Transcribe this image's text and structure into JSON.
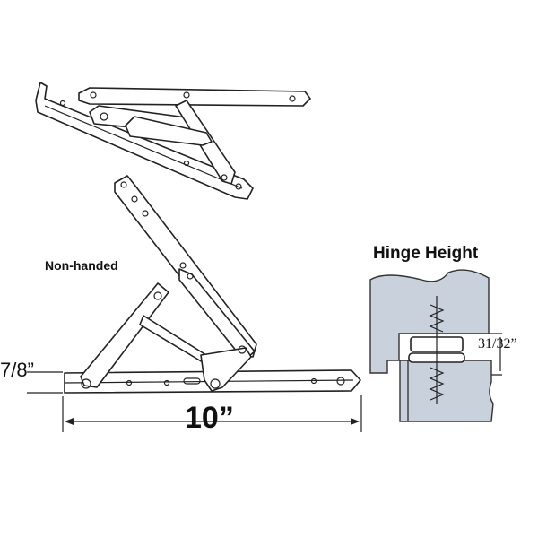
{
  "labels": {
    "non_handed": "Non-handed",
    "hinge_height": "Hinge Height",
    "width_dimension": "7/8”",
    "length_dimension": "10”",
    "height_dimension": "31/32”"
  },
  "colors": {
    "line": "#222222",
    "wood_fill": "#c9d1dc"
  }
}
